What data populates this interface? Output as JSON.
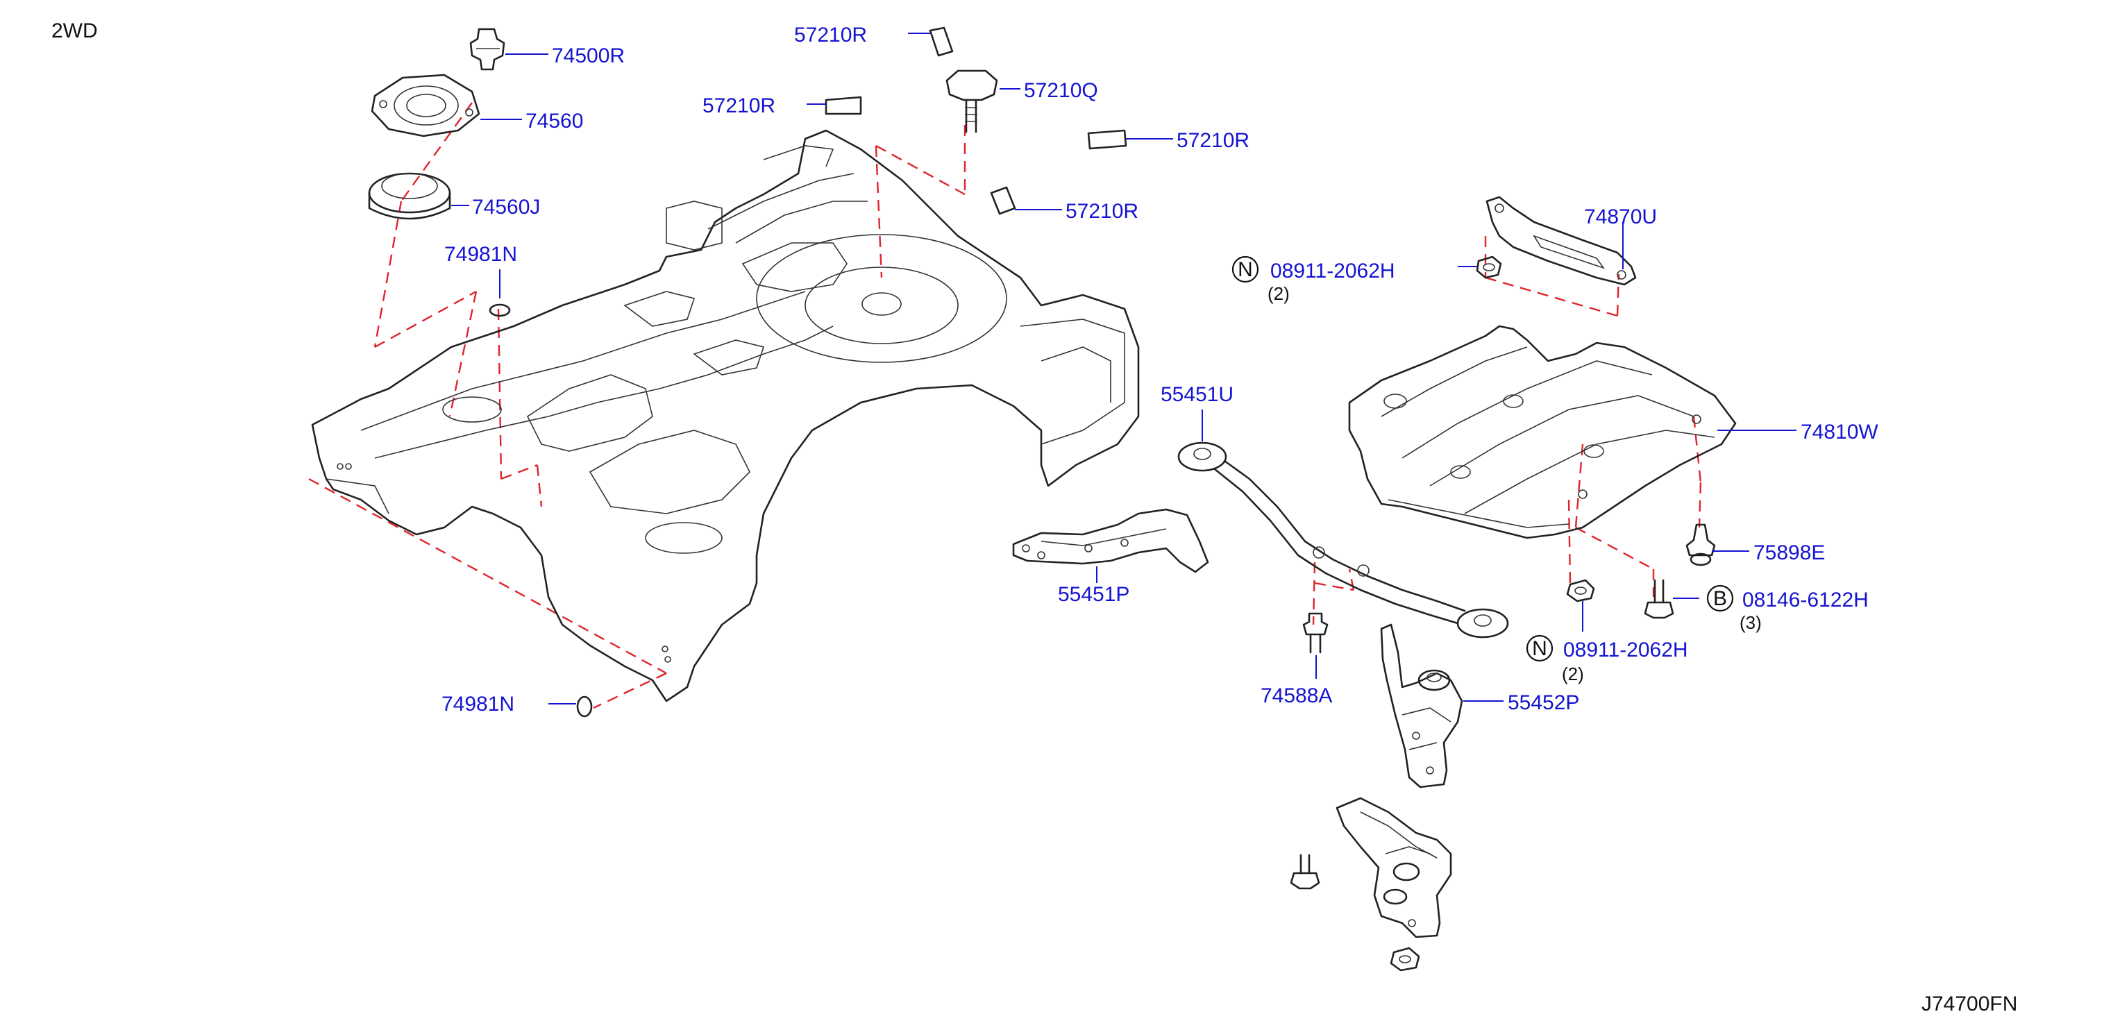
{
  "diagram": {
    "variant_label": "2WD",
    "reference_code": "J74700FN",
    "colors": {
      "part_number": "#1414d2",
      "outline": "#222222",
      "dashed_guide": "#e0242c",
      "text": "#111111"
    },
    "part_labels": {
      "p74500R": "74500R",
      "p74560": "74560",
      "p74560J": "74560J",
      "p74981N_top": "74981N",
      "p74981N_bottom": "74981N",
      "p57210R_a": "57210R",
      "p57210R_b": "57210R",
      "p57210R_c": "57210R",
      "p57210R_d": "57210R",
      "p57210Q": "57210Q",
      "p74870U": "74870U",
      "p74810W": "74810W",
      "p75898E": "75898E",
      "p55451U": "55451U",
      "p55451P": "55451P",
      "p55452P": "55452P",
      "p74588A": "74588A"
    },
    "fastener_callouts": {
      "nut_top": {
        "symbol": "N",
        "number": "08911-2062H",
        "quantity": "(2)"
      },
      "nut_bottom": {
        "symbol": "N",
        "number": "08911-2062H",
        "quantity": "(2)"
      },
      "bolt": {
        "symbol": "B",
        "number": "08146-6122H",
        "quantity": "(3)"
      }
    },
    "icons": {
      "floor_panel": "rear-floor-panel-icon",
      "clip": "push-clip-icon",
      "grommet": "rubber-grommet-icon",
      "bolt": "bolt-icon",
      "nut": "flange-nut-icon"
    }
  }
}
